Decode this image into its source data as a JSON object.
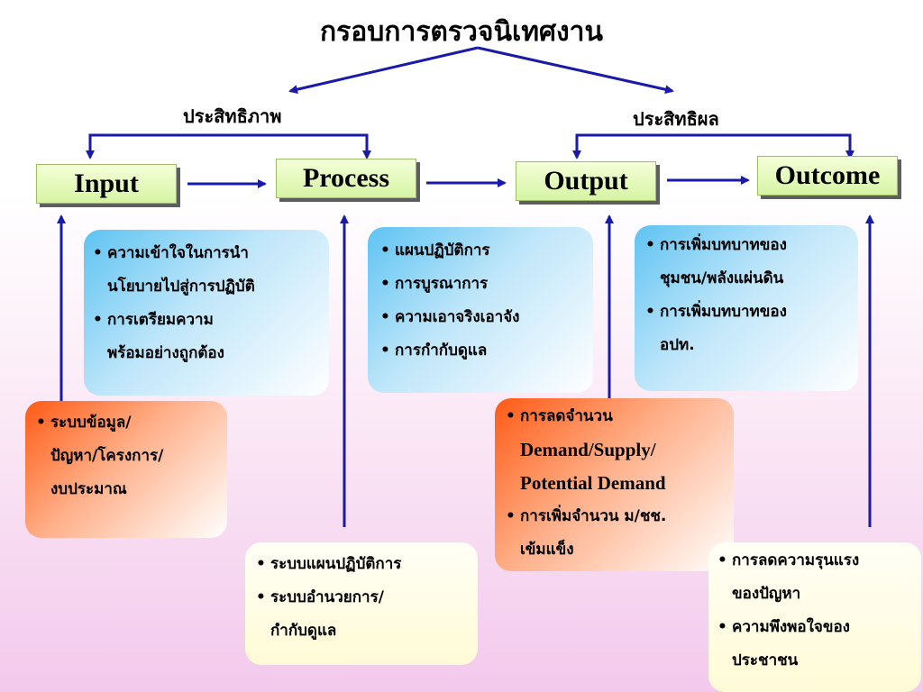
{
  "title": "กรอบการตรวจนิเทศงาน",
  "labels": {
    "efficiency": "ประสิทธิภาพ",
    "effectiveness": "ประสิทธิผล"
  },
  "stages": {
    "input": "Input",
    "process": "Process",
    "output": "Output",
    "outcome": "Outcome"
  },
  "boxes": {
    "process_blue": [
      "ความเข้าใจในการนำ",
      "นโยบายไปสู่การปฏิบัติ",
      "การเตรียมความ",
      "พร้อมอย่างถูกต้อง"
    ],
    "output_blue": [
      "แผนปฏิบัติการ",
      "การบูรณาการ",
      "ความเอาจริงเอาจัง",
      "การกำกับดูแล"
    ],
    "outcome_blue": [
      "การเพิ่มบทบาทของ",
      "ชุมชน/พลังแผ่นดิน",
      "การเพิ่มบทบาทของ",
      "อปท."
    ],
    "input_orange": [
      "ระบบข้อมูล/",
      "ปัญหา/โครงการ/",
      "งบประมาณ"
    ],
    "output_orange": [
      "การลดจำนวน",
      "Demand/Supply/",
      "Potential Demand",
      "การเพิ่มจำนวน ม/ชช.",
      "เข้มแข็ง"
    ],
    "process_cream": [
      "ระบบแผนปฏิบัติการ",
      "ระบบอำนวยการ/",
      "กำกับดูแล"
    ],
    "outcome_cream": [
      "การลดความรุนแรง",
      "ของปัญหา",
      "ความพึงพอใจของ",
      "ประชาชน"
    ]
  },
  "colors": {
    "arrow": "#1a1aa8",
    "stage_fill": "#d6f4a4",
    "blue_box": "#5ec3f2",
    "orange_box": "#ff5a14",
    "cream_box": "#fffbd6"
  }
}
